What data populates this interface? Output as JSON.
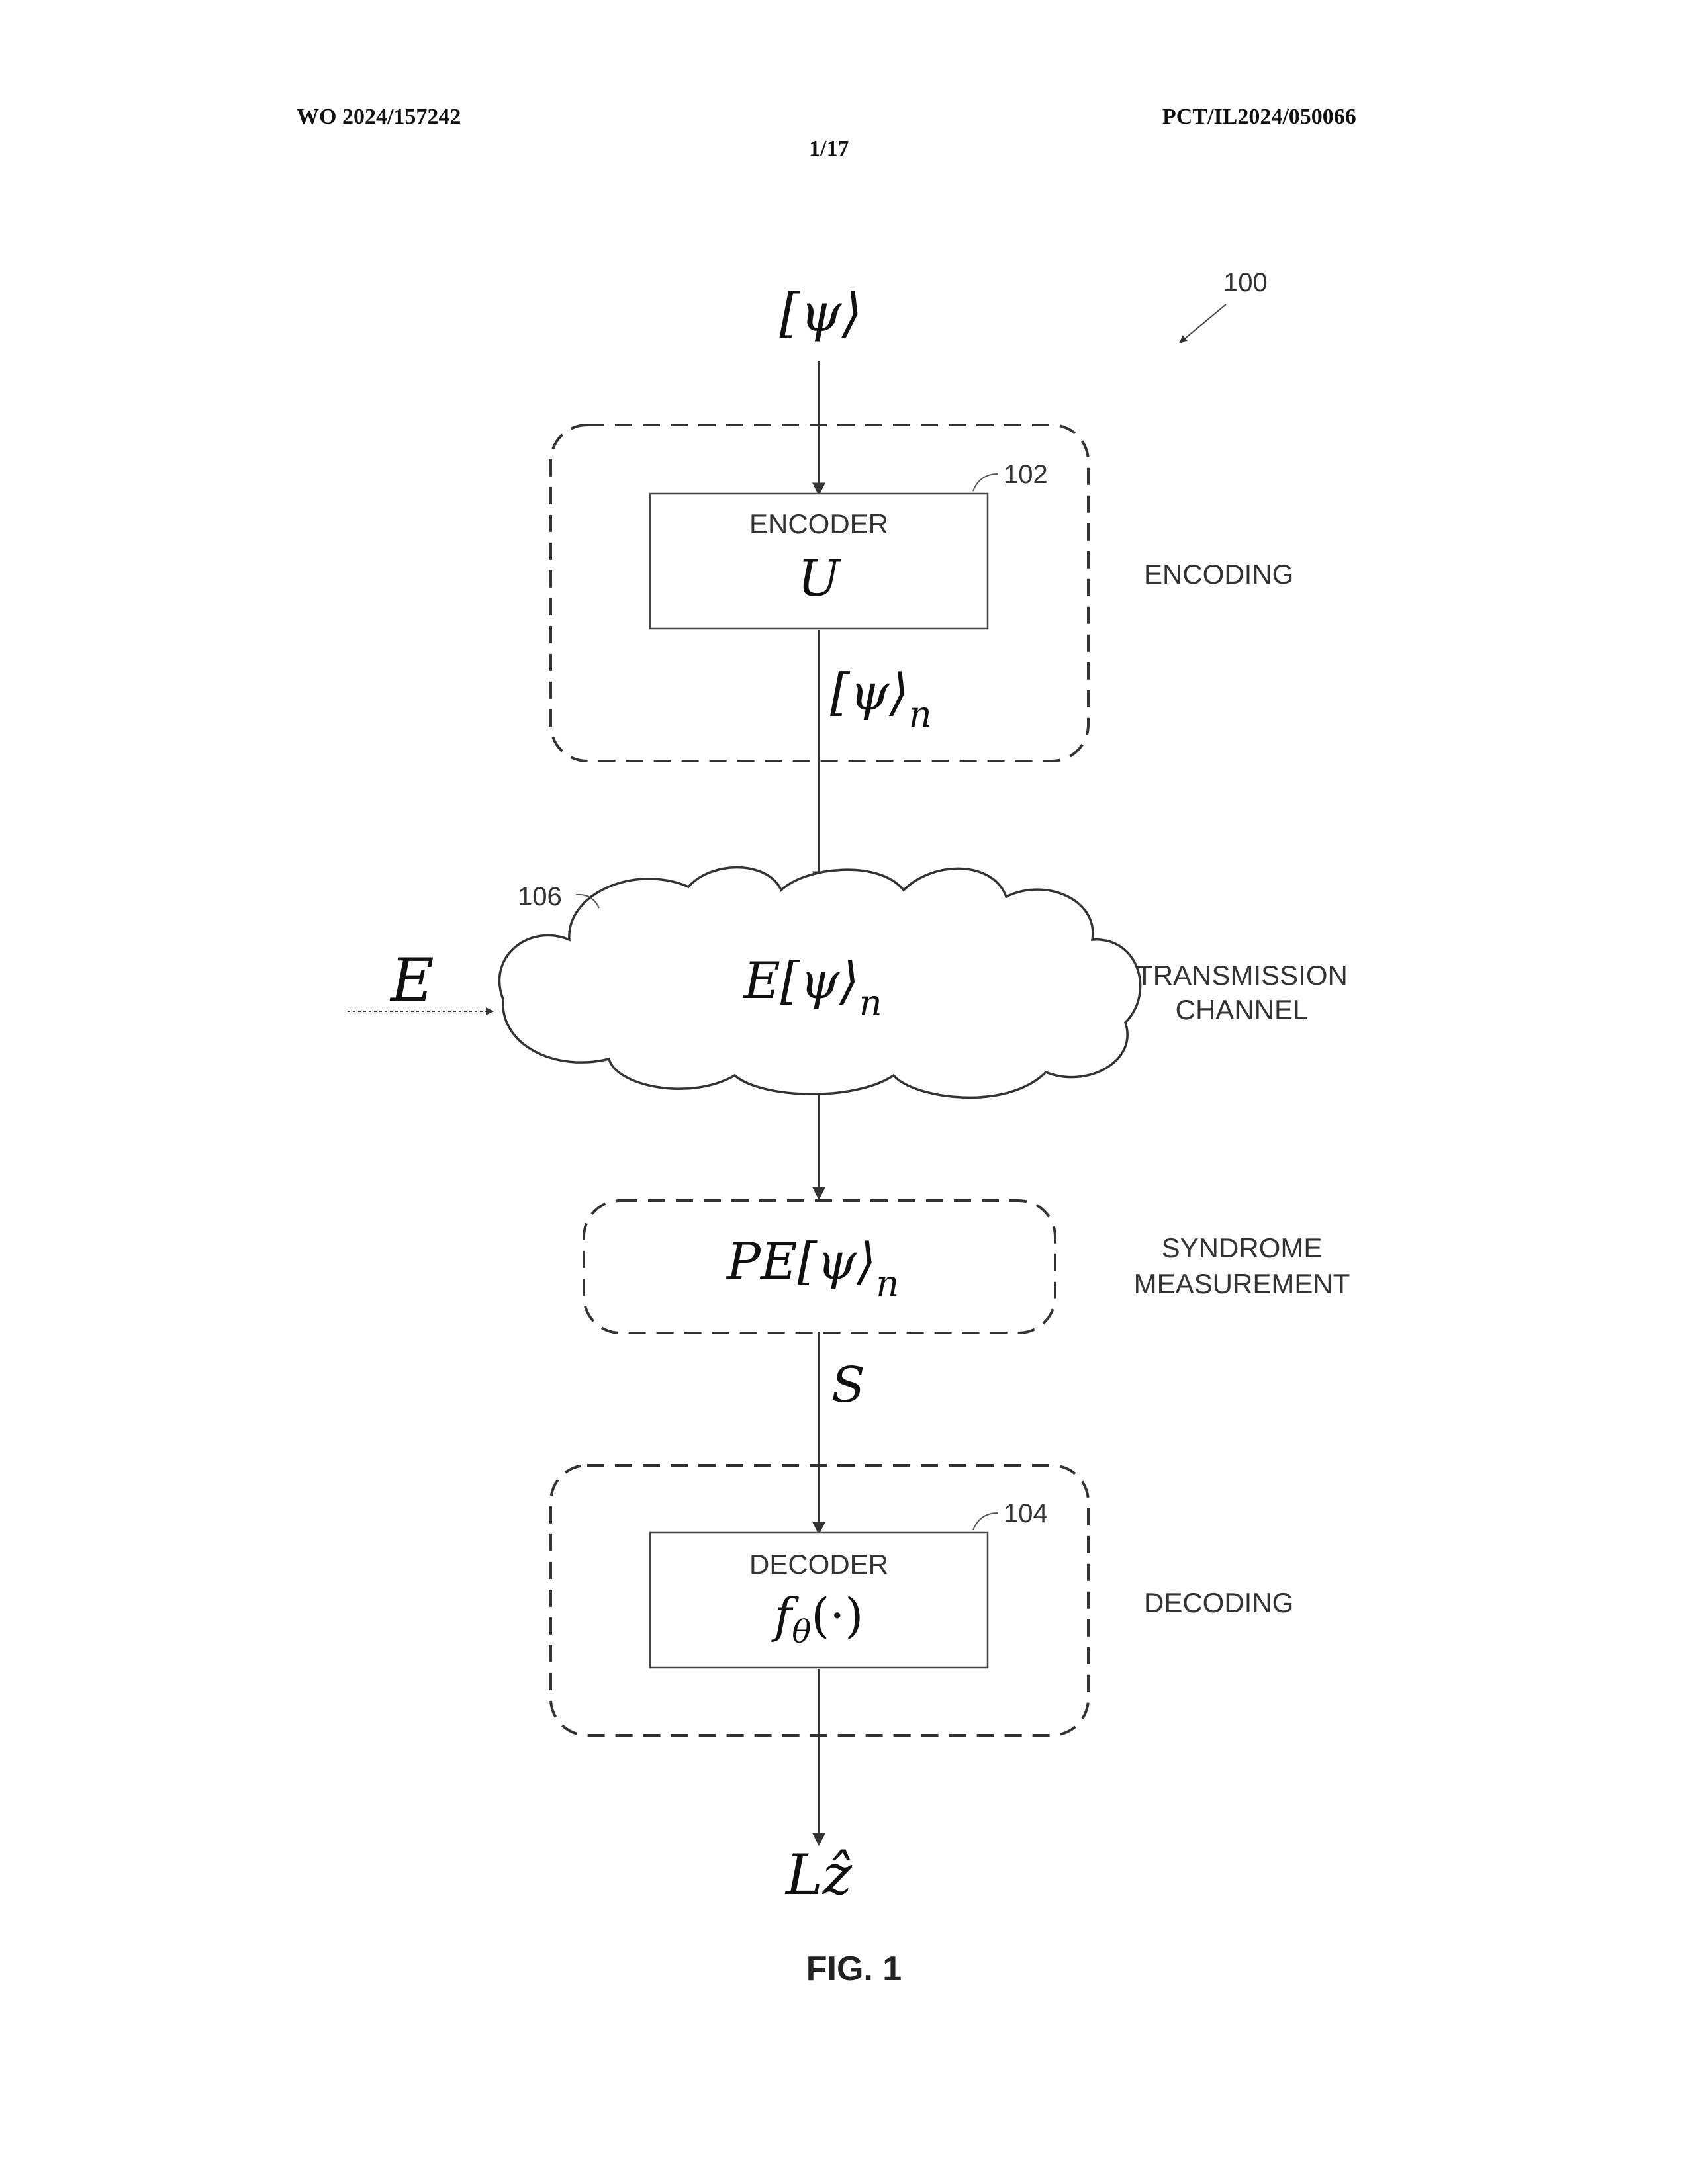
{
  "header": {
    "publication_number": "WO 2024/157242",
    "application_number": "PCT/IL2024/050066",
    "sheet": "1/17"
  },
  "diagram": {
    "figure_ref": "100",
    "input_state": "[ψ⟩",
    "encoder": {
      "ref": "102",
      "title": "ENCODER",
      "symbol": "U"
    },
    "encoding_stage": "ENCODING",
    "encoded_state": "[ψ⟩",
    "encoded_state_sub": "n",
    "channel": {
      "ref": "106",
      "error_label": "E",
      "content": "E[ψ⟩",
      "content_sub": "n",
      "stage_line1": "TRANSMISSION",
      "stage_line2": "CHANNEL"
    },
    "syndrome": {
      "content": "PE[ψ⟩",
      "content_sub": "n",
      "stage_line1": "SYNDROME",
      "stage_line2": "MEASUREMENT",
      "output": "S"
    },
    "decoder": {
      "ref": "104",
      "title": "DECODER",
      "symbol": "f",
      "symbol_sub": "θ",
      "symbol_arg": "(·)"
    },
    "decoding_stage": "DECODING",
    "output": "Lẑ",
    "caption": "FIG. 1"
  }
}
